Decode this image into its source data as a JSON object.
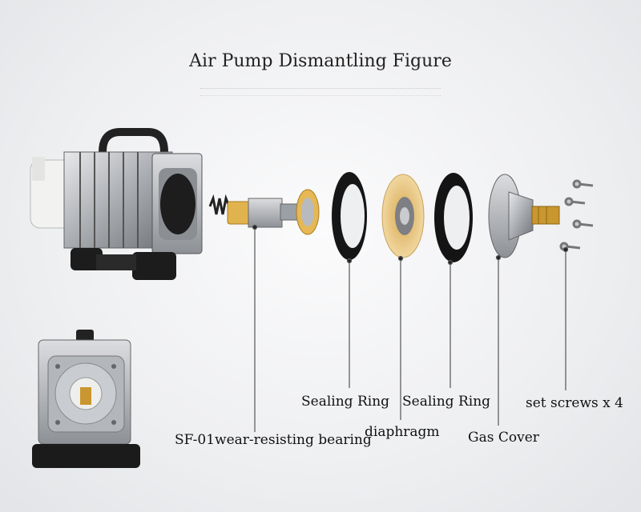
{
  "figure": {
    "title": "Air Pump Dismantling Figure",
    "labels": {
      "bearing": "SF-01wear-resisting bearing",
      "sealing_ring_1": "Sealing Ring",
      "diaphragm": "diaphragm",
      "sealing_ring_2": "Sealing Ring",
      "gas_cover": "Gas Cover",
      "set_screws": "set screws x 4"
    }
  },
  "colors": {
    "metal": "#b9bcc0",
    "rubber": "#1a1a1a",
    "diaphragm": "#e7c98a",
    "brass": "#c9962f"
  }
}
